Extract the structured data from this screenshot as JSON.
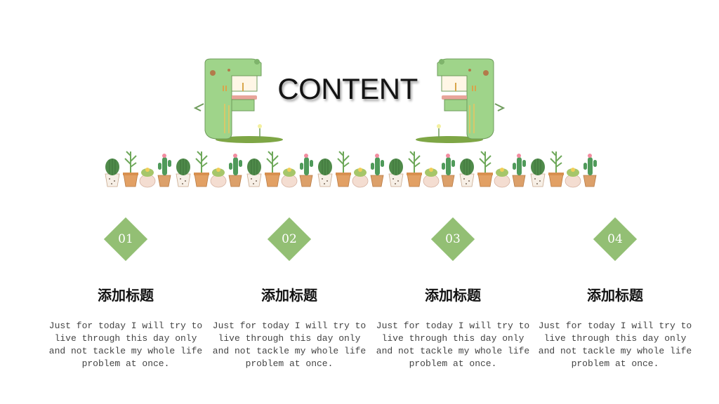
{
  "slide": {
    "title": "CONTENT",
    "accent_color": "#93bf74",
    "decorations": {
      "left_mascot": "crocodile-illustration",
      "right_mascot": "crocodile-illustration",
      "border": "potted-cactus-row"
    }
  },
  "columns": [
    {
      "number": "01",
      "heading": "添加标题",
      "body": "Just for today I will try to live through this day only and not tackle my whole life problem at once."
    },
    {
      "number": "02",
      "heading": "添加标题",
      "body": "Just for today I will try to live through this day only and not tackle my whole life problem at once."
    },
    {
      "number": "03",
      "heading": "添加标题",
      "body": "Just for today I will try to live through this day only and not tackle my whole life problem at once."
    },
    {
      "number": "04",
      "heading": "添加标题",
      "body": "Just for today I will try to live through this day only and not tackle my whole life problem at once."
    }
  ]
}
